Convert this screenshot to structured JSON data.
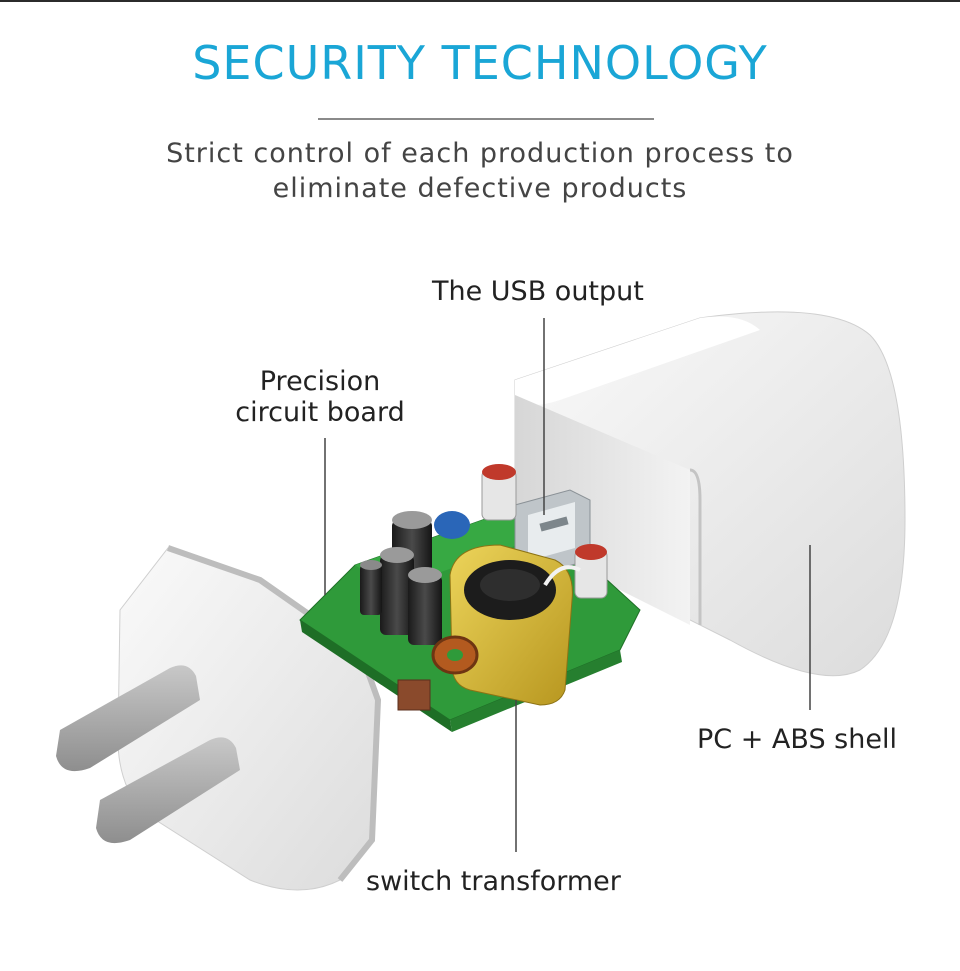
{
  "title": "SECURITY TECHNOLOGY",
  "subtitle_line1": "Strict control of each production process to",
  "subtitle_line2": "eliminate defective products",
  "labels": {
    "usb_output": "The USB output",
    "circuit_board_line1": "Precision",
    "circuit_board_line2": "circuit board",
    "shell": "PC + ABS shell",
    "transformer": "switch transformer"
  },
  "colors": {
    "title": "#1aa6d6",
    "pcb": "#2f9a3a",
    "transformer": "#d6b834",
    "shell": "#f1f1f1"
  }
}
